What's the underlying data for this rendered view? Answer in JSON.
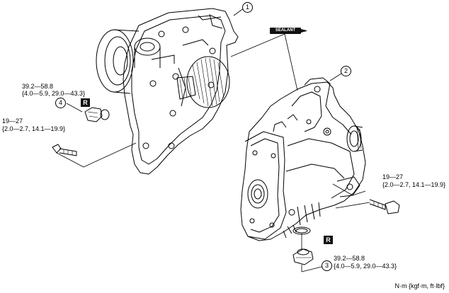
{
  "callouts": {
    "c1": "1",
    "c2": "2",
    "c3": "3",
    "c4": "4"
  },
  "torques": {
    "plug_upper_line1": "39.2—58.8",
    "plug_upper_line2": "{4.0—5.9, 29.0—43.3}",
    "bolt_left_line1": "19—27",
    "bolt_left_line2": "{2.0—2.7, 14.1—19.9}",
    "bolt_right_line1": "19—27",
    "bolt_right_line2": "{2.0—2.7, 14.1—19.9}",
    "plug_lower_line1": "39.2—58.8",
    "plug_lower_line2": "{4.0—5.9, 29.0—43.3}"
  },
  "replace_badge": "R",
  "sealant_label": "SEALANT",
  "units": "N·m {kgf·m, ft·lbf}"
}
